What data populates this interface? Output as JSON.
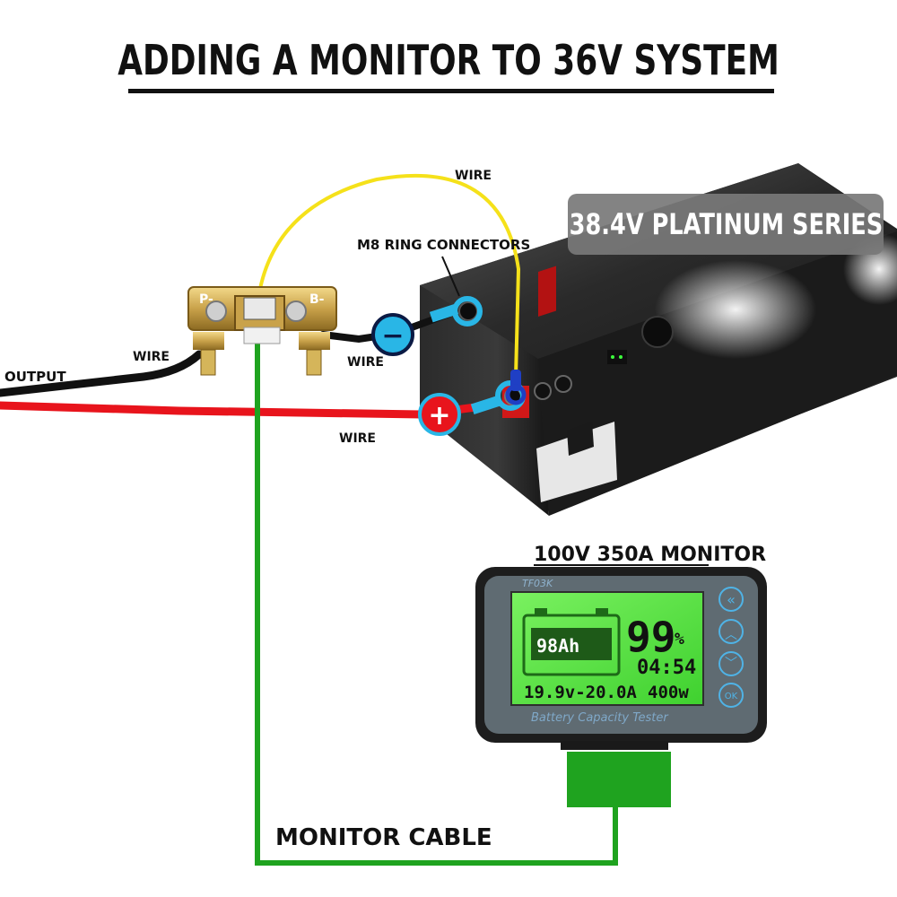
{
  "title": "ADDING A MONITOR TO 36V SYSTEM",
  "labels": {
    "output": "OUTPUT",
    "wire_top": "WIRE",
    "wire_left": "WIRE",
    "wire_neg": "WIRE",
    "wire_pos": "WIRE",
    "ring_connectors": "M8 RING CONNECTORS",
    "monitor_title": "100V 350A MONITOR",
    "monitor_cable": "MONITOR CABLE",
    "series_badge": "38.4V PLATINUM SERIES"
  },
  "shunt": {
    "left_terminal": "P-",
    "right_terminal": "B-"
  },
  "symbols": {
    "negative": "−",
    "positive": "+"
  },
  "monitor": {
    "brand": "TF03K",
    "capacity": "98Ah",
    "percent": "99",
    "percent_unit": "%",
    "time": "04:54",
    "voltage_current": "19.9v-20.0A",
    "power": "400w",
    "footer": "Battery Capacity Tester",
    "buttons": [
      "«",
      "︿",
      "﹀",
      "OK"
    ]
  },
  "colors": {
    "wire_black": "#111111",
    "wire_red": "#e8141c",
    "wire_yellow": "#f5e11a",
    "monitor_cable": "#1fa31f",
    "lcd_green": "#5ee84a",
    "connector_blue": "#29b6e6"
  }
}
